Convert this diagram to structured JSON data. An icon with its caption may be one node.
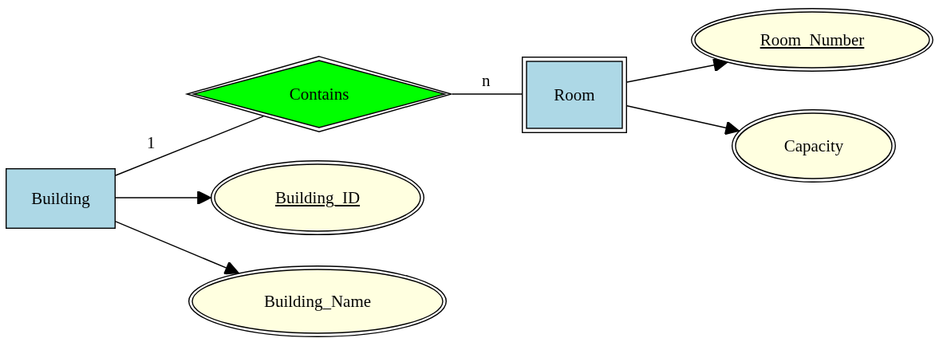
{
  "diagram": {
    "nodes": [
      {
        "text": [
          "Building"
        ]
      },
      {
        "text": [
          "Contains"
        ]
      },
      {
        "text": [
          "Room"
        ]
      },
      {
        "text": [
          "Room_Number"
        ]
      },
      {
        "text": [
          "Capacity"
        ]
      },
      {
        "text": [
          "Building_ID"
        ]
      },
      {
        "text": [
          "Building_Name"
        ]
      }
    ],
    "edges": [
      {
        "from": 0,
        "to": 1,
        "arrow": "none",
        "label": "1"
      },
      {
        "from": 1,
        "to": 2,
        "arrow": "none",
        "label": "n"
      },
      {
        "from": 2,
        "to": 3,
        "arrow": "to"
      },
      {
        "from": 2,
        "to": 4,
        "arrow": "to"
      },
      {
        "from": 0,
        "to": 5,
        "arrow": "to"
      },
      {
        "from": 0,
        "to": 6,
        "arrow": "to"
      }
    ]
  }
}
